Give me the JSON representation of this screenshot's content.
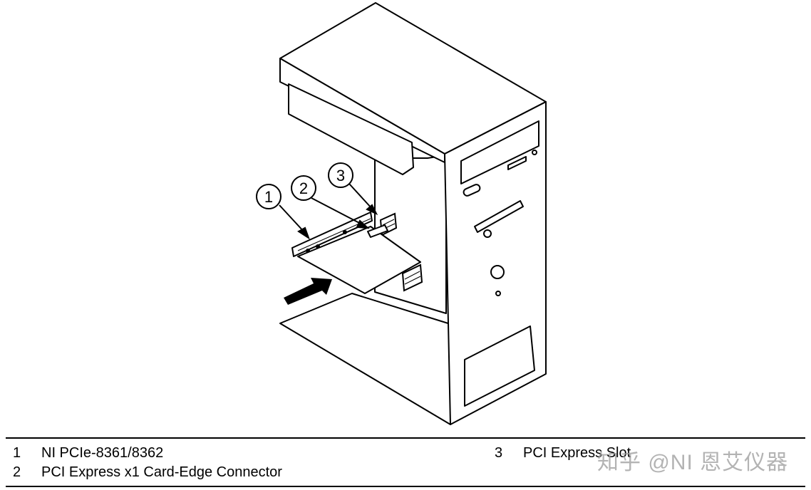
{
  "callouts": [
    {
      "number": "1"
    },
    {
      "number": "2"
    },
    {
      "number": "3"
    }
  ],
  "legend": [
    {
      "number": "1",
      "label": "NI PCIe-8361/8362"
    },
    {
      "number": "2",
      "label": "PCI Express x1 Card-Edge Connector"
    },
    {
      "number": "3",
      "label": "PCI Express Slot"
    }
  ],
  "watermark": "知乎 @NI 恩艾仪器",
  "colors": {
    "line": "#000000",
    "background": "#ffffff",
    "watermark": "#9a9a9a"
  }
}
